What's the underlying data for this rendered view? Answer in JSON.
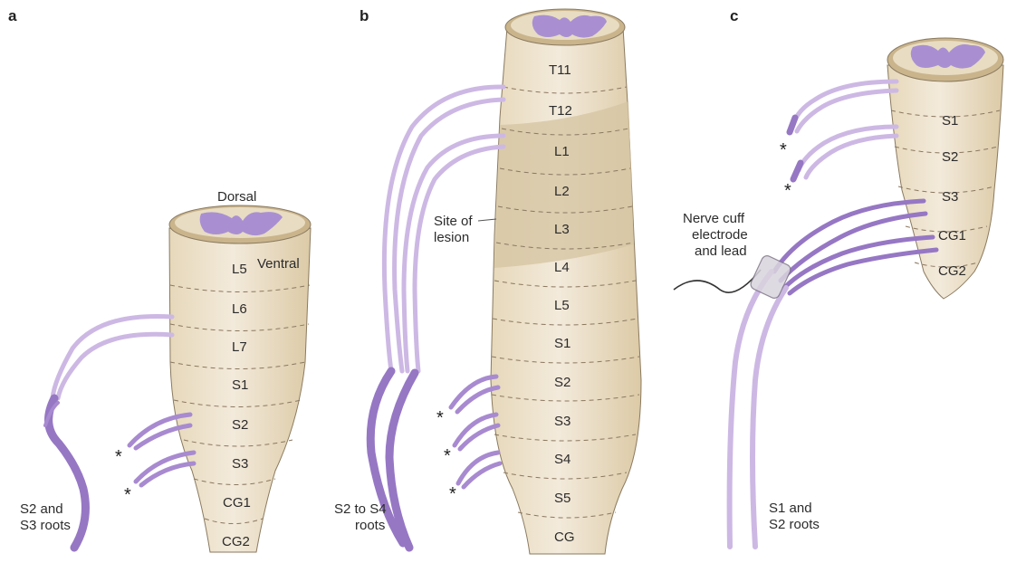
{
  "panels": {
    "a": {
      "letter": "a",
      "dorsal": "Dorsal",
      "ventral": "Ventral",
      "segments": [
        "L5",
        "L6",
        "L7",
        "S1",
        "S2",
        "S3",
        "CG1",
        "CG2"
      ],
      "roots_line1": "S2 and",
      "roots_line2": "S3 roots",
      "asterisk": "*"
    },
    "b": {
      "letter": "b",
      "segments": [
        "T11",
        "T12",
        "L1",
        "L2",
        "L3",
        "L4",
        "L5",
        "S1",
        "S2",
        "S3",
        "S4",
        "S5",
        "CG"
      ],
      "lesion_line1": "Site of",
      "lesion_line2": "lesion",
      "roots_line1": "S2 to S4",
      "roots_line2": "roots",
      "asterisk": "*"
    },
    "c": {
      "letter": "c",
      "segments": [
        "S1",
        "S2",
        "S3",
        "CG1",
        "CG2"
      ],
      "electrode_line1": "Nerve cuff",
      "electrode_line2": "electrode",
      "electrode_line3": "and lead",
      "roots_line1": "S1 and",
      "roots_line2": "S2 roots",
      "asterisk": "*"
    }
  },
  "colors": {
    "cord": "#efe4cc",
    "lesion": "#d6c6a4",
    "grey_matter": "#a98fd2",
    "root_light": "#cdb8e4",
    "root_dark": "#9677c4"
  }
}
